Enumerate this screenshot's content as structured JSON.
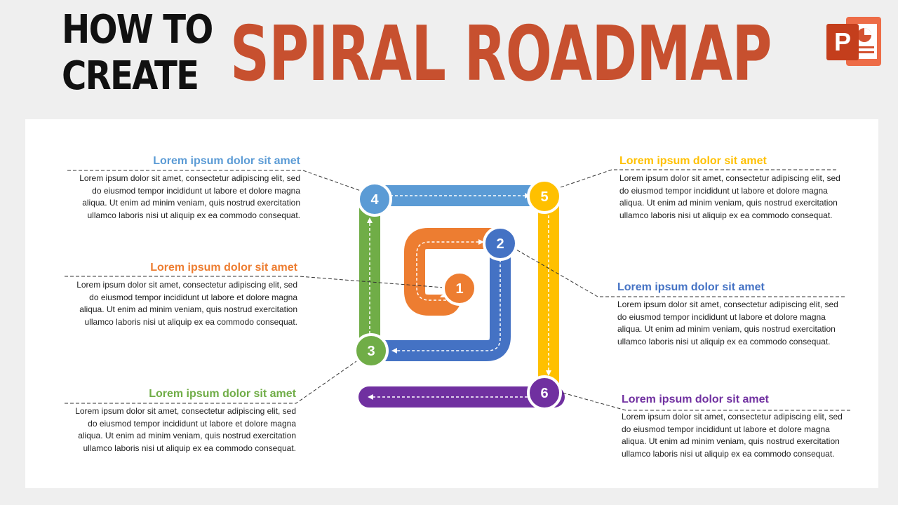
{
  "header": {
    "line1": "HOW TO",
    "line2": "CREATE",
    "main": "SPIRAL ROADMAP"
  },
  "colors": {
    "title": "#c7502f",
    "step1": "#ed7d31",
    "step2": "#4472c4",
    "step3": "#70ad47",
    "step4": "#5b9bd5",
    "step5": "#ffc000",
    "step6": "#7030a0"
  },
  "icons": {
    "powerpoint": "powerpoint-logo-icon"
  },
  "steps": [
    {
      "number": "1",
      "title": "Lorem ipsum dolor sit amet",
      "text": "Lorem ipsum dolor sit amet, consectetur adipiscing elit, sed do eiusmod tempor incididunt ut labore et dolore magna aliqua. Ut enim ad minim veniam, quis nostrud exercitation ullamco laboris nisi ut aliquip ex ea commodo consequat."
    },
    {
      "number": "2",
      "title": "Lorem ipsum dolor sit amet",
      "text": "Lorem ipsum dolor sit amet, consectetur adipiscing elit, sed do eiusmod tempor incididunt ut labore et dolore magna aliqua. Ut enim ad minim veniam, quis nostrud exercitation ullamco laboris nisi ut aliquip ex ea commodo consequat."
    },
    {
      "number": "3",
      "title": "Lorem ipsum dolor sit amet",
      "text": "Lorem ipsum dolor sit amet, consectetur adipiscing elit, sed do eiusmod tempor incididunt ut labore et dolore magna aliqua. Ut enim ad minim veniam, quis nostrud exercitation ullamco laboris nisi ut aliquip ex ea commodo consequat."
    },
    {
      "number": "4",
      "title": "Lorem ipsum dolor sit amet",
      "text": "Lorem ipsum dolor sit amet, consectetur adipiscing elit, sed do eiusmod tempor incididunt ut labore et dolore magna aliqua. Ut enim ad minim veniam, quis nostrud exercitation ullamco laboris nisi ut aliquip ex ea commodo consequat."
    },
    {
      "number": "5",
      "title": "Lorem ipsum dolor sit amet",
      "text": "Lorem ipsum dolor sit amet, consectetur adipiscing elit, sed do eiusmod tempor incididunt ut labore et dolore magna aliqua. Ut enim ad minim veniam, quis nostrud exercitation ullamco laboris nisi ut aliquip ex ea commodo consequat."
    },
    {
      "number": "6",
      "title": "Lorem ipsum dolor sit amet",
      "text": "Lorem ipsum dolor sit amet, consectetur adipiscing elit, sed do eiusmod tempor incididunt ut labore et dolore magna aliqua. Ut enim ad minim veniam, quis nostrud exercitation ullamco laboris nisi ut aliquip ex ea commodo consequat."
    }
  ]
}
